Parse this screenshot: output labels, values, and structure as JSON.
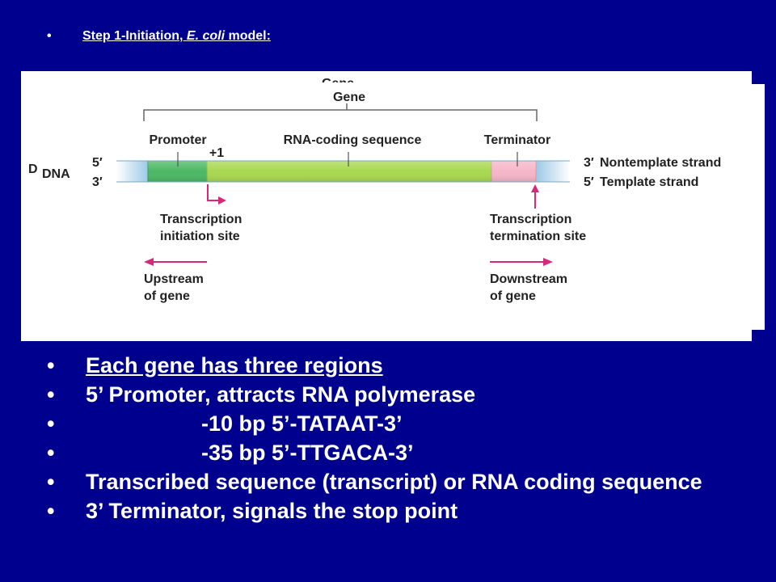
{
  "slide": {
    "heading_prefix": "Step 1-Initiation, ",
    "heading_italic": "E. coli",
    "heading_suffix": " model:",
    "bullet_char": "•"
  },
  "figure": {
    "gene_label_hidden": "Gene",
    "gene_label": "Gene",
    "dna_label": "DNA",
    "cut_letter": "D",
    "promoter_label": "Promoter",
    "coding_label": "RNA-coding sequence",
    "terminator_label": "Terminator",
    "plus_one": "+1",
    "left_5": "5′",
    "left_3": "3′",
    "right_3": "3′",
    "right_5": "5′",
    "nontemplate": "Nontemplate strand",
    "template": "Template strand",
    "init_line1": "Transcription",
    "init_line2": "initiation site",
    "term_line1": "Transcription",
    "term_line2": "termination site",
    "up_line1": "Upstream",
    "up_line2": "of gene",
    "down_line1": "Downstream",
    "down_line2": "of gene",
    "colors": {
      "promoter": "#4cb864",
      "coding": "#a8d850",
      "terminator": "#f5b6c8",
      "flank": "#a8cfe8",
      "arrow": "#d8287a"
    }
  },
  "bullets": [
    {
      "text": "Each gene has three regions"
    },
    {
      "text": "5’ Promoter, attracts RNA polymerase"
    },
    {
      "text": "-10 bp 5’-TATAAT-3’"
    },
    {
      "text": "-35 bp 5’-TTGACA-3’"
    },
    {
      "text": "Transcribed sequence (transcript) or RNA coding sequence"
    },
    {
      "text": "3’ Terminator, signals the stop point"
    }
  ]
}
